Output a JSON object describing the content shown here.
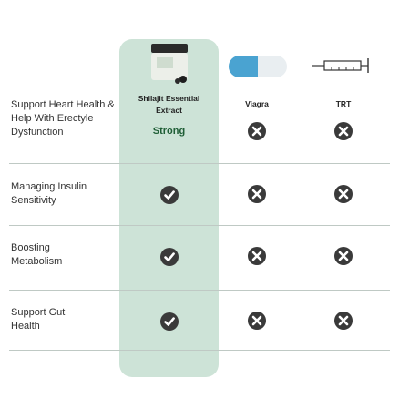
{
  "columns": {
    "shilajit": "Shilajit Essential Extract",
    "viagra": "Viagra",
    "trt": "TRT",
    "shilajit_badge": "Strong"
  },
  "rows": [
    {
      "label": "Support Heart Health & Help With Erectyle Dysfunction",
      "shilajit": "strong",
      "viagra": "no",
      "trt": "no"
    },
    {
      "label": "Managing Insulin Sensitivity",
      "shilajit": "yes",
      "viagra": "no",
      "trt": "no"
    },
    {
      "label": "Boosting Metabolism",
      "shilajit": "yes",
      "viagra": "no",
      "trt": "no"
    },
    {
      "label": "Support Gut Health",
      "shilajit": "yes",
      "viagra": "no",
      "trt": "no"
    }
  ],
  "icons": {
    "yes": "check-circle-icon",
    "no": "x-circle-icon"
  },
  "colors": {
    "highlight_column": "#cde3d7",
    "badge_text": "#1f5e36",
    "icon": "#3a3a3a"
  }
}
